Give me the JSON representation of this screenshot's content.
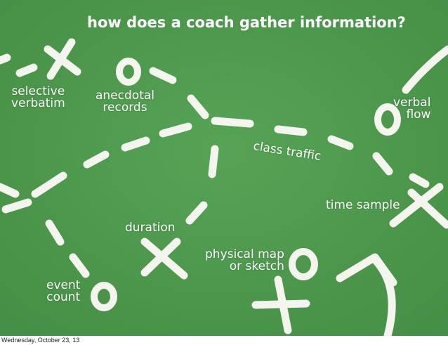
{
  "slide": {
    "title": "how does a coach gather information?",
    "background_color": "#4f9a4f",
    "chalk_color": "#f4f5ef",
    "labels": {
      "selective_verbatim": [
        "selective",
        "verbatim"
      ],
      "anecdotal_records": [
        "anecdotal",
        "records"
      ],
      "verbal_flow": [
        "verbal",
        "flow"
      ],
      "class_traffic": "class traffic",
      "time_sample": "time sample",
      "duration": "duration",
      "physical_map": [
        "physical map",
        "or sketch"
      ],
      "event_count": [
        "event",
        "count"
      ]
    },
    "marks": [
      "x-mark-icon",
      "o-mark-icon",
      "dashed-route",
      "arrow-route"
    ]
  },
  "footer": {
    "date": "Wednesday, October 23, 13"
  }
}
